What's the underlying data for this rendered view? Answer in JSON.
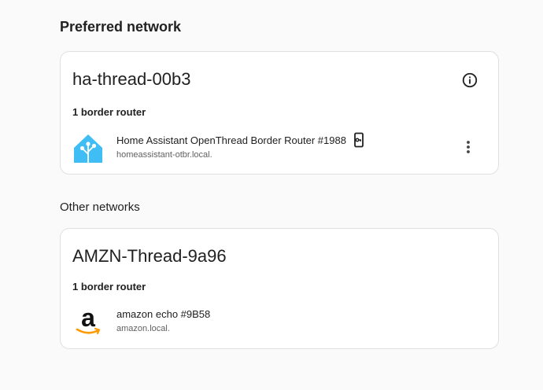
{
  "preferred_section": {
    "title": "Preferred network",
    "network": {
      "name": "ha-thread-00b3",
      "router_count": "1 border router",
      "routers": [
        {
          "name": "Home Assistant OpenThread Border Router #1988",
          "host": "homeassistant-otbr.local.",
          "logo": "home-assistant-logo",
          "badge_icon": "key-device-icon"
        }
      ]
    }
  },
  "other_section": {
    "title": "Other networks",
    "networks": [
      {
        "name": "AMZN-Thread-9a96",
        "router_count": "1 border router",
        "routers": [
          {
            "name": "amazon echo #9B58",
            "host": "amazon.local.",
            "logo": "amazon-logo"
          }
        ]
      }
    ]
  },
  "colors": {
    "home_assistant_blue": "#41bdf5",
    "amazon_orange": "#ff9900",
    "card_border": "#e0e0e0"
  }
}
